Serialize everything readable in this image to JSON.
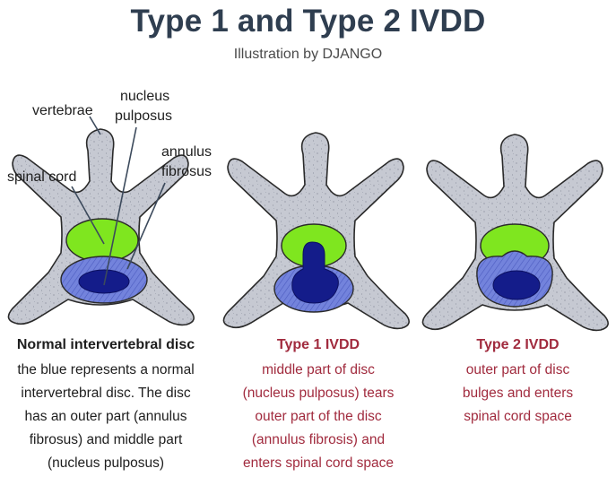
{
  "title": "Type 1 and Type 2 IVDD",
  "subtitle": "Illustration by DJANGO",
  "labels": {
    "vertebrae": "vertebrae",
    "nucleus_1": "nucleus",
    "nucleus_2": "pulposus",
    "annulus_1": "annulus",
    "annulus_2": "fibrosus",
    "spinal_cord": "spinal cord"
  },
  "captions": {
    "normal": {
      "heading": "Normal intervertebral disc",
      "lines": [
        "the blue represents a normal",
        "intervertebral disc. The disc",
        "has an outer part (annulus",
        "fibrosus) and middle part",
        "(nucleus pulposus)"
      ]
    },
    "type1": {
      "heading": "Type 1 IVDD",
      "lines": [
        "middle part of disc",
        "(nucleus pulposus) tears",
        "outer part of the disc",
        "(annulus fibrosis) and",
        "enters spinal cord space"
      ]
    },
    "type2": {
      "heading": "Type 2 IVDD",
      "lines": [
        "outer part of disc",
        "bulges and enters",
        "spinal cord space"
      ]
    }
  },
  "colors": {
    "title": "#2f3e50",
    "bone": "#c6c9d2",
    "cord": "#7fe61f",
    "annulus": "#6f7fd8",
    "nucleus": "#141c8a",
    "red_text": "#a12b3e"
  }
}
